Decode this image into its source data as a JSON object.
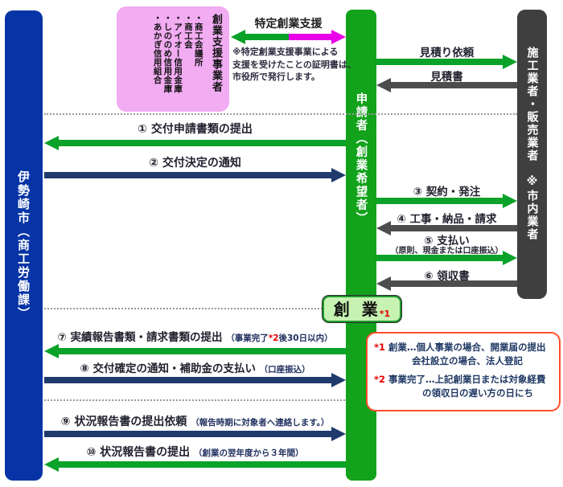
{
  "palette": {
    "city_blue": "#0634a6",
    "applicant_green": "#12a21b",
    "vendor_gray": "#3f3f3f",
    "arrow_green": "#0aa228",
    "arrow_navy": "#203a6e",
    "arrow_gray": "#4d4d4d",
    "arrow_magenta": "#e900e9",
    "support_pink": "#f2acf2",
    "startup_fill": "#c6f2b2",
    "notes_border": "#ff4e2b",
    "star_red": "#e60000"
  },
  "columns": {
    "city": {
      "label": "伊勢崎市（商工労働課）"
    },
    "applicant": {
      "label": "申請者（創業希望者）"
    },
    "vendor": {
      "label": "施工業者・販売業者　※市内業者"
    }
  },
  "support_box": {
    "title": "創業支援事業者",
    "items": [
      "・商工会議所",
      "・商工会",
      "・アイオー信用金庫",
      "・しののめ信用金庫",
      "・あかぎ信用組合"
    ]
  },
  "top_flow": {
    "label": "特定創業支援",
    "note_line1": "※特定創業支援事業による",
    "note_line2": "支援を受けたことの証明書は、",
    "note_line3": "市役所で発行します。"
  },
  "flows": {
    "estimate_request": {
      "label": "見積り依頼"
    },
    "estimate": {
      "label": "見積書"
    },
    "f1": {
      "label": "① 交付申請書類の提出"
    },
    "f2": {
      "label": "② 交付決定の通知"
    },
    "f3": {
      "label": "③ 契約・発注"
    },
    "f4": {
      "label": "④ 工事・納品・請求"
    },
    "f5": {
      "label": "⑤ 支払い",
      "sub": "（原則、現金または口座振込）"
    },
    "f6": {
      "label": "⑥ 領収書"
    },
    "f7": {
      "label": "⑦ 実績報告書類・請求書類の提出",
      "sub_pre": "（事業完了",
      "star": "*2",
      "sub_post": "後30日以内）"
    },
    "f8": {
      "label": "⑧ 交付確定の通知・補助金の支払い",
      "sub": "（口座振込）"
    },
    "f9": {
      "label": "⑨ 状況報告書の提出依頼",
      "sub": "（報告時期に対象者へ連絡します。）"
    },
    "f10": {
      "label": "⑩ 状況報告書の提出",
      "sub": "（創業の翌年度から３年間）"
    }
  },
  "startup_box": {
    "label": "創 業",
    "star": "*1"
  },
  "notes": {
    "n1_star": "*1",
    "n1_text": "創業…個人事業の場合、開業届の提出",
    "n1b_text": "会社設立の場合、法人登記",
    "n2_star": "*2",
    "n2_text": "事業完了…上記創業日または対象経費",
    "n2b_text": "の領収日の遅い方の日にち"
  }
}
